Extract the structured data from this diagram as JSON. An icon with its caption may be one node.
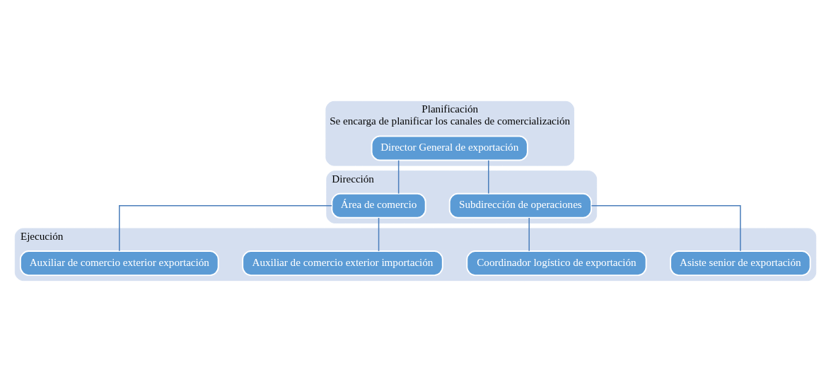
{
  "diagram": {
    "nodes": [
      {
        "text": [
          "Planificación",
          "Se encarga de planificar los canales de comercialización"
        ]
      },
      {
        "text": [
          "Director General de exportación"
        ],
        "in": 0
      },
      {
        "text": [
          "Dirección"
        ]
      },
      {
        "text": [
          "Subdirección de operaciones"
        ],
        "in": 2
      },
      {
        "text": [
          "Área de comercio"
        ],
        "in": 2
      },
      {
        "text": [
          "Ejecución"
        ]
      },
      {
        "text": [
          "Asiste senior de exportación"
        ],
        "in": 5
      },
      {
        "text": [
          "Coordinador logístico de exportación"
        ],
        "in": 5
      },
      {
        "text": [
          "Auxiliar de comercio exterior importación"
        ],
        "in": 5
      },
      {
        "text": [
          "Auxiliar de comercio exterior exportación"
        ],
        "in": 5
      }
    ],
    "edges": [
      {
        "from": 1,
        "to": 3,
        "arrow": "none"
      },
      {
        "from": 1,
        "to": 4,
        "arrow": "none"
      },
      {
        "from": 3,
        "to": 6,
        "arrow": "none"
      },
      {
        "from": 3,
        "to": 7,
        "arrow": "none"
      },
      {
        "from": 4,
        "to": 8,
        "arrow": "none"
      },
      {
        "from": 4,
        "to": 9,
        "arrow": "none"
      }
    ]
  }
}
